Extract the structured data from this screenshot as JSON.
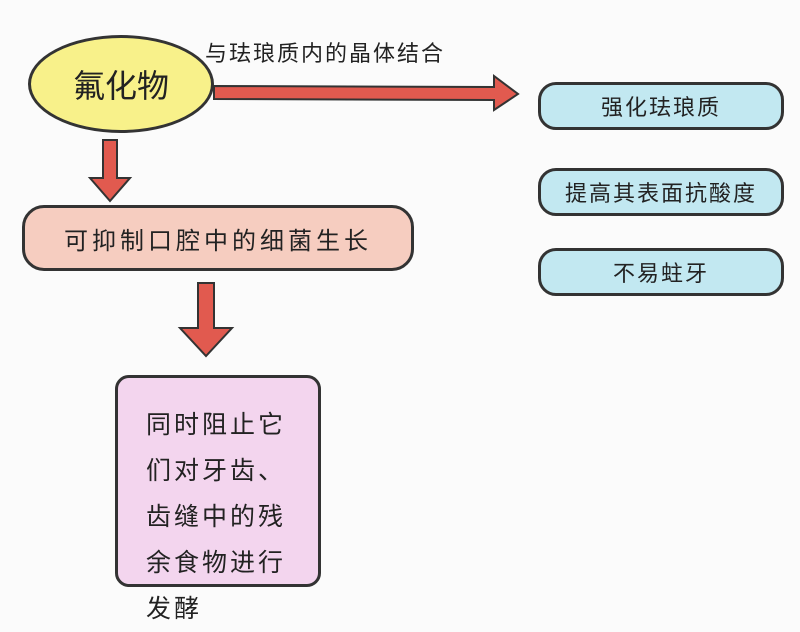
{
  "nodes": {
    "fluoride": "氟化物",
    "edge_label": "与珐琅质内的晶体结合",
    "effects": [
      "强化珐琅质",
      "提高其表面抗酸度",
      "不易蛀牙"
    ],
    "inhibit": "可抑制口腔中的细菌生长",
    "detail_lines": [
      "同时阻止它",
      "们对牙齿、",
      "齿缝中的残",
      "余食物进行",
      "发酵"
    ]
  },
  "colors": {
    "arrow": "#e15a4f",
    "fluoride": "#f8f18a",
    "effects": "#c2e8f1",
    "inhibit": "#f6cdc0",
    "detail": "#f3d5ee"
  }
}
